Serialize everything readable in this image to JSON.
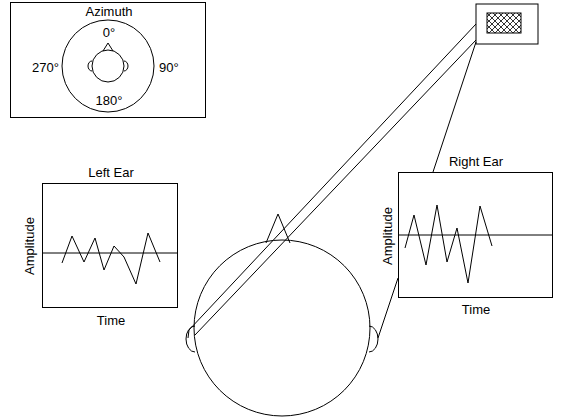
{
  "diagram": {
    "nodes": [
      {
        "text": [
          "Azimuth",
          "0°",
          "90°",
          "180°",
          "270°"
        ]
      },
      {
        "text": [
          "Left Ear",
          "Amplitude",
          "Time"
        ]
      },
      {
        "text": [
          "Right Ear",
          "Amplitude",
          "Time"
        ]
      }
    ]
  }
}
